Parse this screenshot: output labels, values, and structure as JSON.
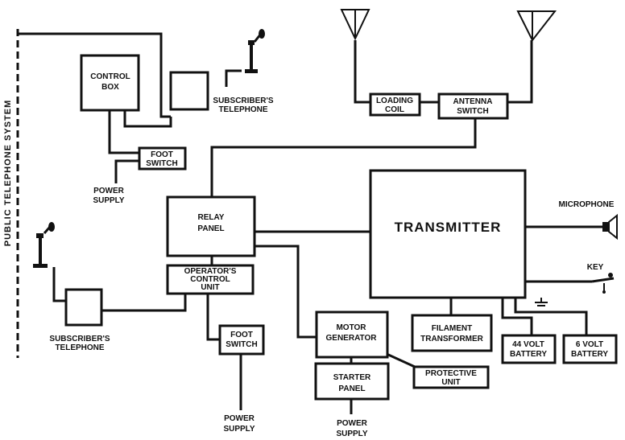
{
  "public_system": "PUBLIC TELEPHONE SYSTEM",
  "control_box": [
    "CONTROL",
    "BOX"
  ],
  "subscriber_telephone_top": [
    "SUBSCRIBER'S",
    "TELEPHONE"
  ],
  "foot_switch_top": [
    "FOOT",
    "SWITCH"
  ],
  "power_supply_left": [
    "POWER",
    "SUPPLY"
  ],
  "loading_coil": [
    "LOADING",
    "COIL"
  ],
  "antenna_switch": [
    "ANTENNA",
    "SWITCH"
  ],
  "relay_panel": [
    "RELAY",
    "PANEL"
  ],
  "transmitter": "TRANSMITTER",
  "microphone": "MICROPHONE",
  "key": "KEY",
  "operators_control_unit": [
    "OPERATOR'S",
    "CONTROL",
    "UNIT"
  ],
  "subscriber_telephone_bottom": [
    "SUBSCRIBER'S",
    "TELEPHONE"
  ],
  "foot_switch_bottom": [
    "FOOT",
    "SWITCH"
  ],
  "power_supply_bottom": [
    "POWER",
    "SUPPLY"
  ],
  "motor_generator": [
    "MOTOR",
    "GENERATOR"
  ],
  "starter_panel": [
    "STARTER",
    "PANEL"
  ],
  "power_supply_starter": [
    "POWER",
    "SUPPLY"
  ],
  "filament_transformer": [
    "FILAMENT",
    "TRANSFORMER"
  ],
  "protective_unit": [
    "PROTECTIVE",
    "UNIT"
  ],
  "battery_44": [
    "44 VOLT",
    "BATTERY"
  ],
  "battery_6": [
    "6 VOLT",
    "BATTERY"
  ]
}
